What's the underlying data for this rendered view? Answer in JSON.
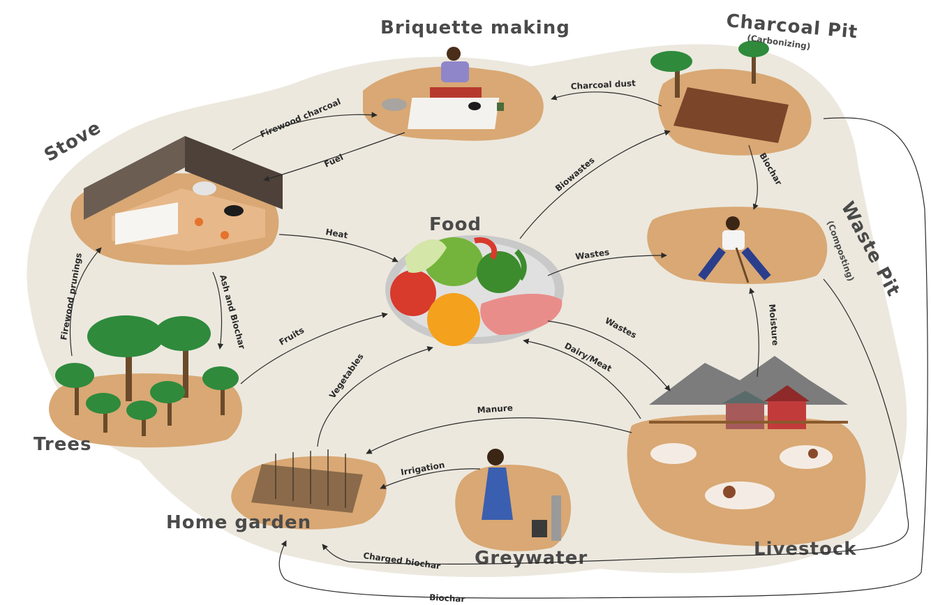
{
  "nodes": {
    "briquette": "Briquette making",
    "charcoal_pit": "Charcoal Pit",
    "charcoal_pit_sub": "(Carbonizing)",
    "stove": "Stove",
    "food": "Food",
    "waste_pit": "Waste Pit",
    "waste_pit_sub": "(Composting)",
    "trees": "Trees",
    "livestock": "Livestock",
    "home_garden": "Home garden",
    "greywater": "Greywater"
  },
  "flows": {
    "charcoal_dust": "Charcoal dust",
    "firewood_charcoal": "Firewood charcoal",
    "fuel": "Fuel",
    "biowastes": "Biowastes",
    "biochar_pit": "Biochar",
    "heat": "Heat",
    "wastes_food": "Wastes",
    "ash_biochar": "Ash and Biochar",
    "firewood_prunings": "Firewood prunings",
    "fruits": "Fruits",
    "vegetables": "Vegetables",
    "wastes_livestock": "Wastes",
    "dairy_meat": "Dairy/Meat",
    "moisture": "Moisture",
    "manure": "Manure",
    "irrigation": "Irrigation",
    "charged_biochar": "Charged biochar",
    "biochar_bottom": "Biochar"
  },
  "colors": {
    "background_blob": "#ece8de",
    "soil": "#d9a874",
    "tree_green": "#2f8a3c",
    "trunk": "#6b4a2a",
    "text": "#4a4a4a",
    "arrow": "#2a2a2a"
  }
}
